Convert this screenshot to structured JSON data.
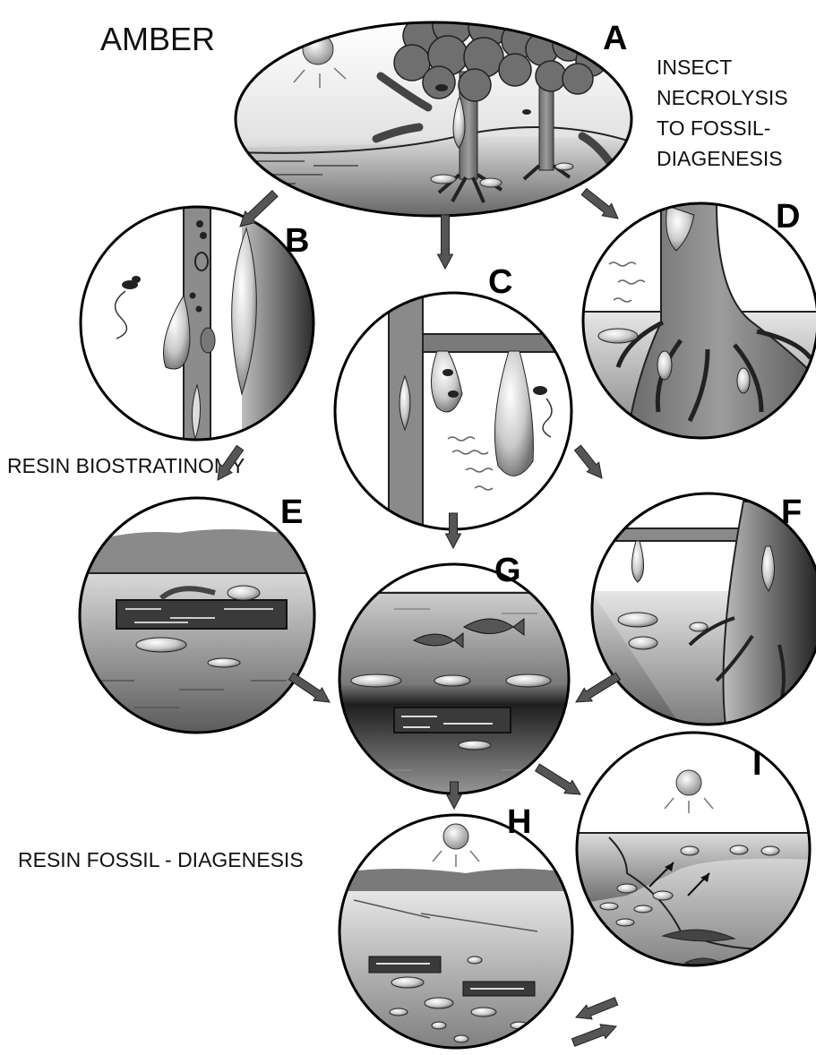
{
  "title": "AMBER",
  "labels": {
    "insect_line1": "INSECT",
    "insect_line2": "NECROLYSIS",
    "insect_line3": "TO FOSSIL-",
    "insect_line4": "DIAGENESIS",
    "biostratinomy": "RESIN BIOSTRATINOMY",
    "diagenesis": "RESIN FOSSIL - DIAGENESIS"
  },
  "panels": [
    {
      "id": "A",
      "scene": "forest-with-resin-trees-and-insects"
    },
    {
      "id": "B",
      "scene": "resin-flow-on-trunk-with-fly"
    },
    {
      "id": "C",
      "scene": "resin-drops-on-branch-with-insects"
    },
    {
      "id": "D",
      "scene": "tree-roots-with-resin-at-water-margin"
    },
    {
      "id": "E",
      "scene": "floating-log-on-lake"
    },
    {
      "id": "G",
      "scene": "aquatic-deposition-with-fish"
    },
    {
      "id": "F",
      "scene": "resin-carried-by-water-from-roots"
    },
    {
      "id": "H",
      "scene": "buried-sediment-with-resin-bodies"
    },
    {
      "id": "I",
      "scene": "exposed-resin-bodies-under-sun"
    }
  ],
  "flows": [
    [
      "A",
      "B"
    ],
    [
      "A",
      "C"
    ],
    [
      "A",
      "D"
    ],
    [
      "B",
      "E"
    ],
    [
      "C",
      "G"
    ],
    [
      "C",
      "F"
    ],
    [
      "E",
      "G"
    ],
    [
      "F",
      "G"
    ],
    [
      "G",
      "H"
    ],
    [
      "G",
      "I"
    ],
    [
      "I",
      "H"
    ],
    [
      "H",
      "I"
    ]
  ],
  "colors": {
    "ink": "#000000",
    "dark_gray": "#3a3a3a",
    "mid_gray": "#8a8a8a",
    "light_gray": "#d8d8d8",
    "background": "#ffffff"
  }
}
